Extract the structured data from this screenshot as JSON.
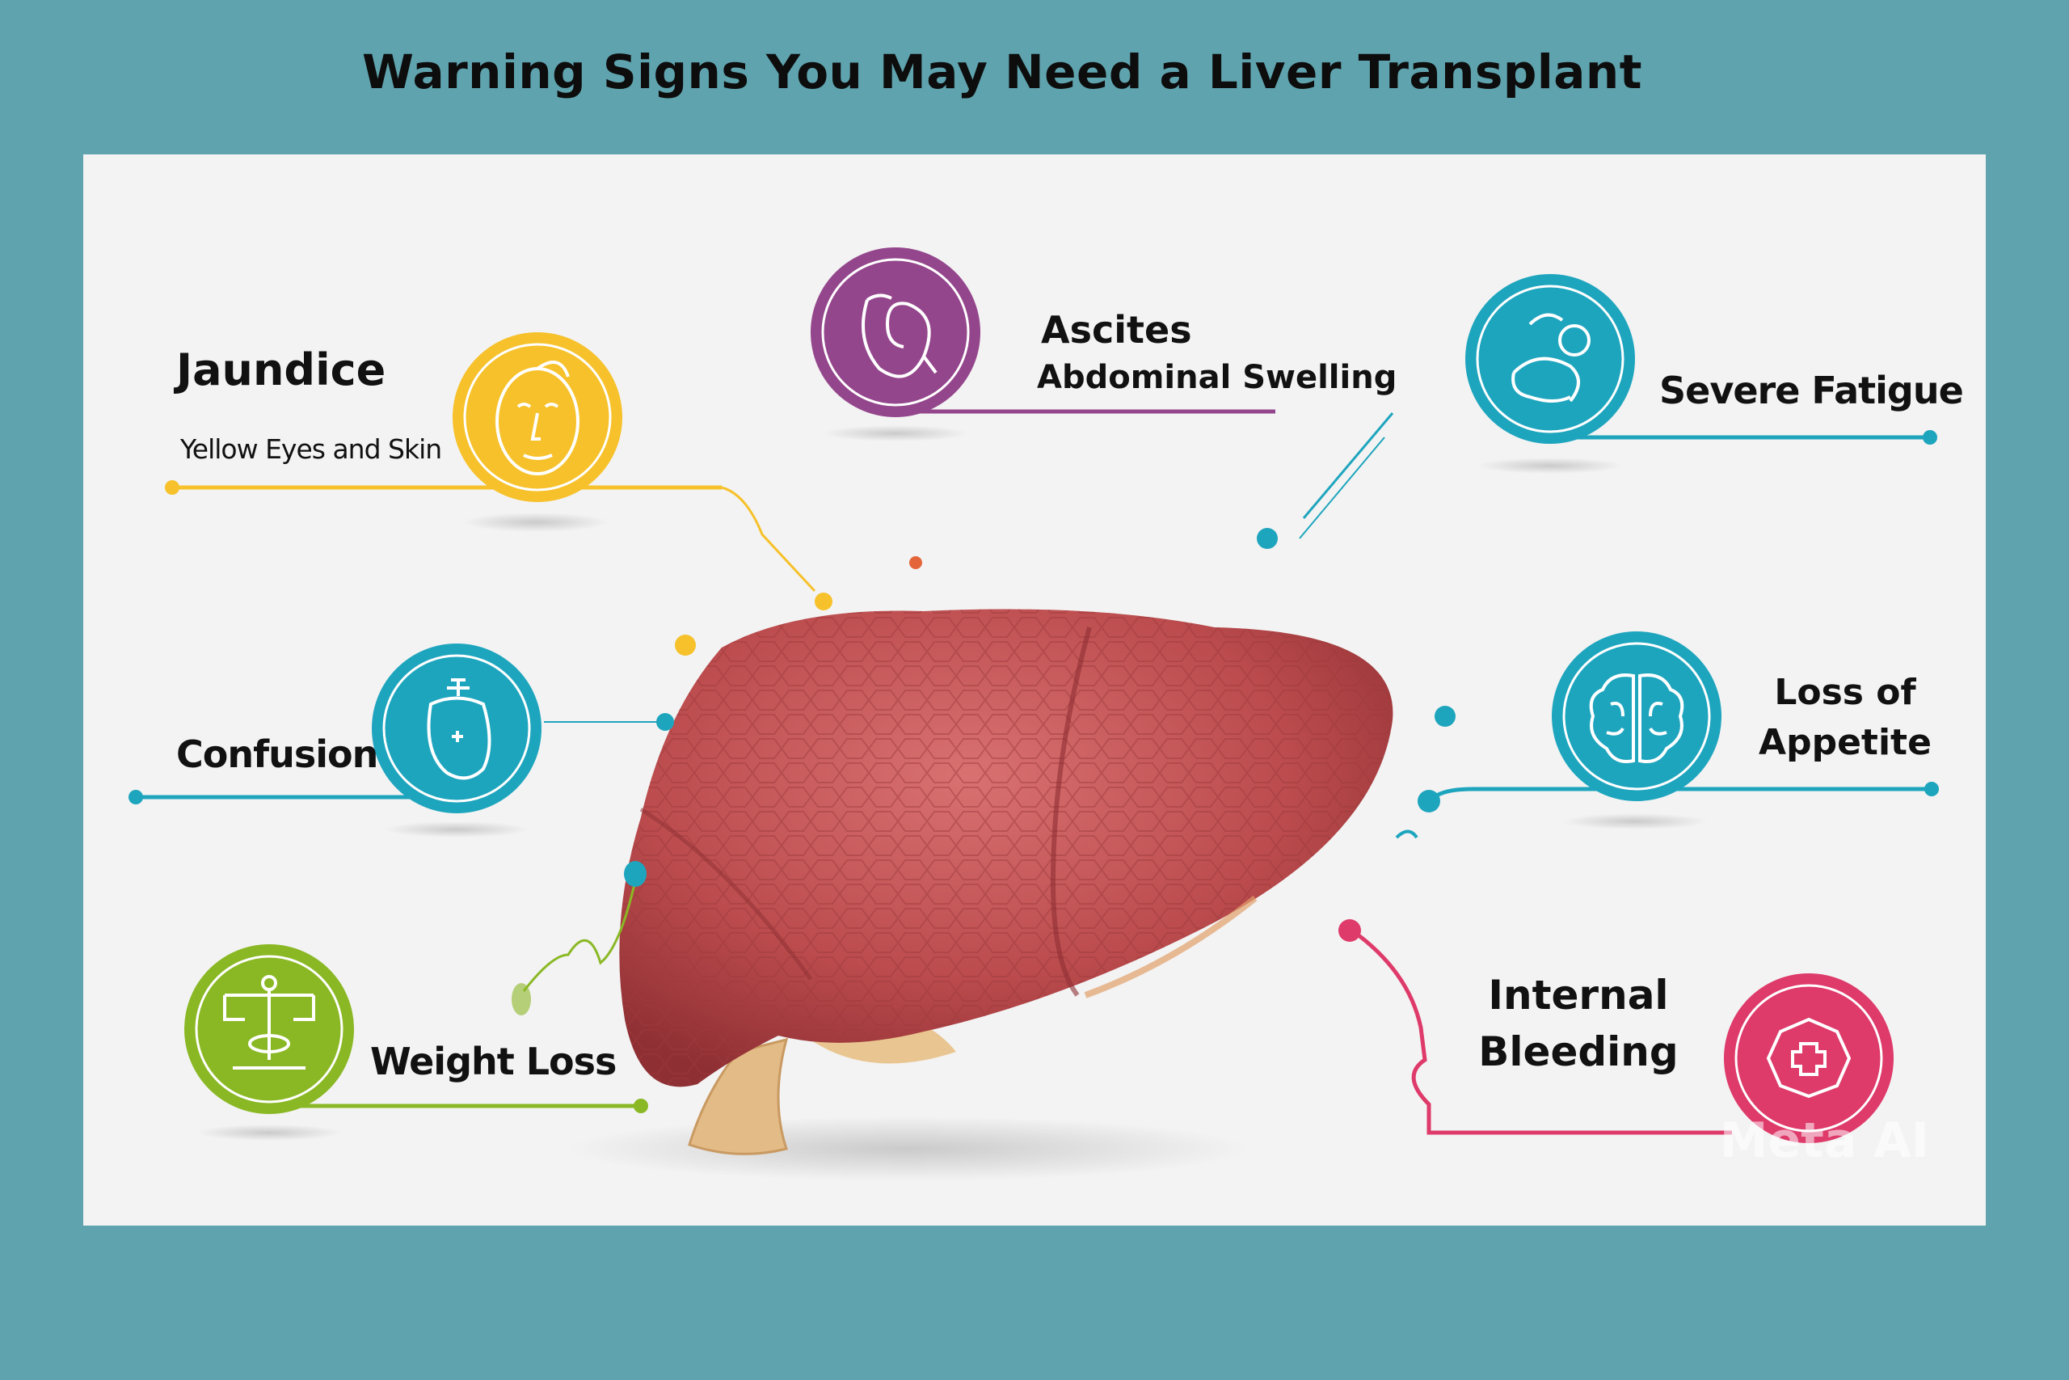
{
  "title": "Warning Signs You May Need a Liver Transplant",
  "colors": {
    "background": "#5fa3ae",
    "panel": "#f3f3f3",
    "yellow": "#f6c12a",
    "purple": "#94468c",
    "teal": "#1ea5be",
    "green": "#8ab824",
    "red": "#de3a6a",
    "liver": "#b94a4a"
  },
  "signs": {
    "jaundice": {
      "label": "Jaundice",
      "sub": "Yellow Eyes and Skin",
      "icon": "face-icon"
    },
    "ascites": {
      "label": "Ascites",
      "sub": "Abdominal Swelling",
      "icon": "stomach-icon"
    },
    "fatigue": {
      "label": "Severe Fatigue",
      "icon": "sleeping-person-icon"
    },
    "confusion": {
      "label": "Confusion",
      "icon": "head-icon"
    },
    "appetite": {
      "label_line1": "Loss of",
      "label_line2": "Appetite",
      "icon": "brain-icon"
    },
    "weight": {
      "label": "Weight Loss",
      "icon": "scale-icon"
    },
    "bleeding": {
      "label_line1": "Internal",
      "label_line2": "Bleeding",
      "icon": "medical-cross-icon"
    }
  },
  "watermark": "Meta AI"
}
